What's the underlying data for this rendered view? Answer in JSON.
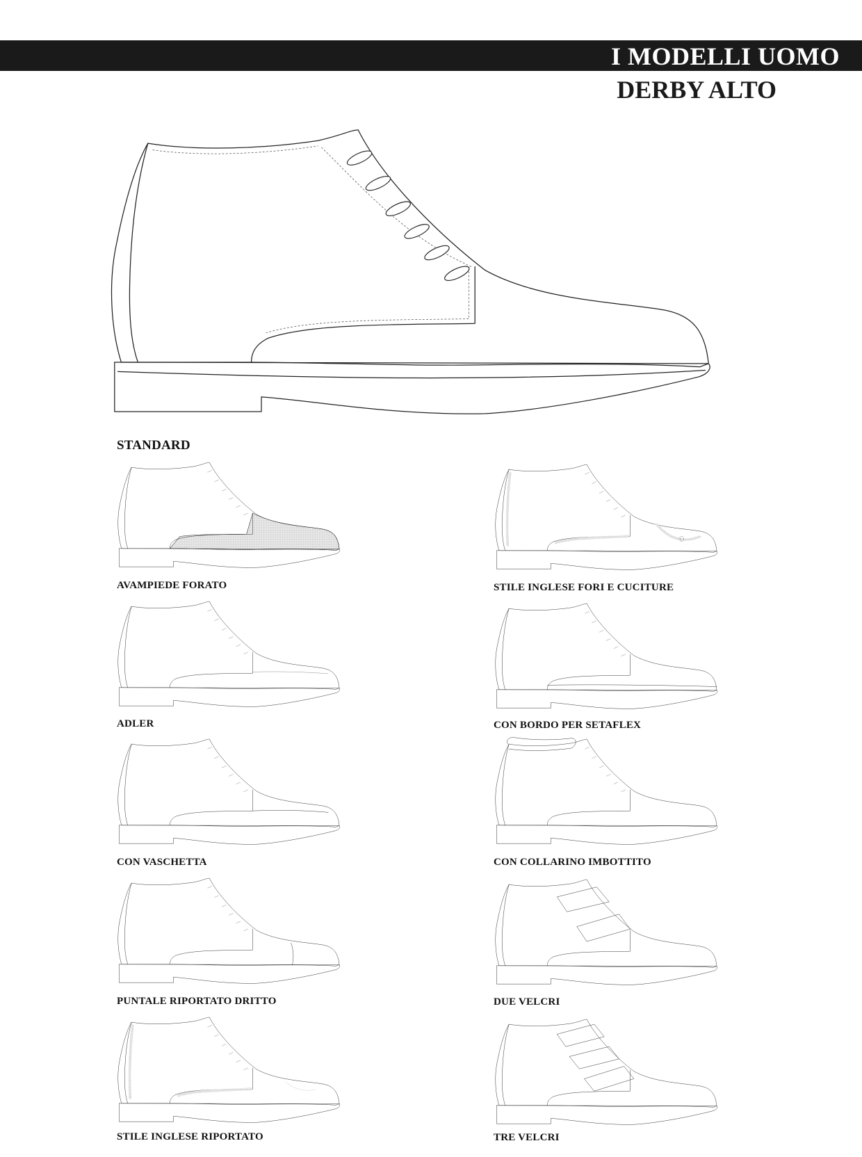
{
  "header": {
    "section_title": "I MODELLI UOMO",
    "model_title": "DERBY ALTO"
  },
  "main_model": {
    "caption": "STANDARD"
  },
  "variants": [
    {
      "caption": "AVAMPIEDE FORATO"
    },
    {
      "caption": "STILE INGLESE FORI E CUCITURE"
    },
    {
      "caption": "ADLER"
    },
    {
      "caption": "CON BORDO PER SETAFLEX"
    },
    {
      "caption": "CON VASCHETTA"
    },
    {
      "caption": "CON COLLARINO IMBOTTITO"
    },
    {
      "caption": "PUNTALE RIPORTATO DRITTO"
    },
    {
      "caption": "DUE VELCRI"
    },
    {
      "caption": "STILE INGLESE RIPORTATO"
    },
    {
      "caption": "TRE VELCRI"
    }
  ],
  "icons": {
    "boot": "boot-drawing-icon",
    "perforation": "perforation-pattern-icon",
    "velcro": "velcro-strap-icon"
  },
  "colors": {
    "header_bar": "#1a1a1a",
    "header_text": "#ffffff",
    "line": "#222222",
    "perforation_fill": "#d6d6d6"
  }
}
